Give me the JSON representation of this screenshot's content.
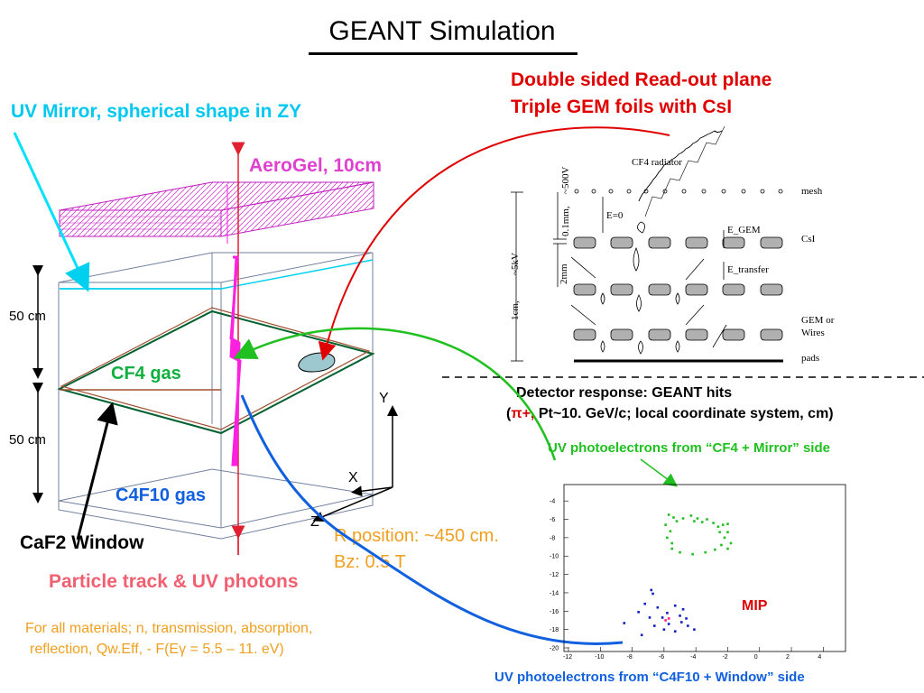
{
  "title": "GEANT Simulation",
  "readout_line1": "Double sided Read-out plane",
  "readout_line2": "Triple GEM foils with CsI",
  "mirror_label": "UV Mirror, spherical shape in ZY",
  "aerogel_label": "AeroGel, 10cm",
  "dim_label_top": "50 cm",
  "dim_label_bottom": "50 cm",
  "cf4_label": "CF4 gas",
  "c4f10_label": "C4F10 gas",
  "caf2_label": "CaF2  Window",
  "track_label": "Particle track & UV photons",
  "axis_y": "Y",
  "axis_x": "X",
  "axis_z": "Z",
  "r_position": "R position:  ~450 cm.",
  "bz": "Bz:  0.5 T",
  "materials_line1": "For all materials; n, transmission, absorption,",
  "materials_line2": "reflection, Qw.Eff, - F(Eγ = 5.5 – 11. eV)",
  "detector_response_line1": "Detector response: GEANT hits",
  "detector_response_line2_open": "(",
  "detector_response_pi": "π+,",
  "detector_response_line2_rest": " Pt~10. GeV/c; local coordinate system, cm)",
  "uv_cf4_caption": "UV photoelectrons from “CF4 + Mirror” side",
  "uv_c4f10_caption": "UV photoelectrons from “C4F10 + Window” side",
  "mip_label": "MIP",
  "gem_diagram": {
    "cf4_radiator": "CF4 radiator",
    "mesh": "mesh",
    "csi": "CsI",
    "gem_or": "GEM or",
    "wires": "Wires",
    "pads": "pads",
    "e0": "E=0",
    "e_gem": "E_GEM",
    "e_transfer": "E_transfer",
    "v500": "~500V",
    "gap01": "0.1mm,",
    "gap2": "2mm",
    "gap1cm": "1cm,",
    "v5k": "~5kV"
  },
  "chart_data": {
    "type": "scatter",
    "x_ticks": [
      "-12",
      "-10",
      "-8",
      "-6",
      "-4",
      "-2",
      "0",
      "2",
      "4"
    ],
    "y_ticks": [
      "-4",
      "-6",
      "-8",
      "-10",
      "-12",
      "-14",
      "-16",
      "-18",
      "-20"
    ],
    "xlim": [
      -12,
      5
    ],
    "ylim": [
      -20,
      -3
    ],
    "series": [
      {
        "color": "#20c020",
        "points": [
          [
            -5.7,
            -5.5
          ],
          [
            -5.4,
            -5.8
          ],
          [
            -4.8,
            -5.9
          ],
          [
            -4.3,
            -5.6
          ],
          [
            -3.9,
            -5.9
          ],
          [
            -4.1,
            -6.2
          ],
          [
            -3.6,
            -6.3
          ],
          [
            -3.3,
            -6.0
          ],
          [
            -2.9,
            -6.4
          ],
          [
            -2.6,
            -6.8
          ],
          [
            -2.3,
            -6.6
          ],
          [
            -2.0,
            -6.5
          ],
          [
            -2.5,
            -7.4
          ],
          [
            -2.0,
            -7.4
          ],
          [
            -2.2,
            -8.0
          ],
          [
            -1.8,
            -8.6
          ],
          [
            -2.4,
            -8.8
          ],
          [
            -2.0,
            -9.2
          ],
          [
            -2.8,
            -9.3
          ],
          [
            -3.4,
            -9.6
          ],
          [
            -4.2,
            -9.8
          ],
          [
            -5.0,
            -9.6
          ],
          [
            -5.5,
            -9.2
          ],
          [
            -5.5,
            -8.6
          ],
          [
            -5.8,
            -8.0
          ],
          [
            -5.6,
            -7.3
          ],
          [
            -5.9,
            -6.6
          ],
          [
            -5.2,
            -6.2
          ]
        ]
      },
      {
        "color": "#1020c0",
        "points": [
          [
            -6.8,
            -13.7
          ],
          [
            -6.7,
            -14.1
          ],
          [
            -7.2,
            -15.2
          ],
          [
            -6.4,
            -15.6
          ],
          [
            -5.3,
            -15.4
          ],
          [
            -4.8,
            -15.8
          ],
          [
            -5.8,
            -16.2
          ],
          [
            -6.9,
            -16.7
          ],
          [
            -6.1,
            -16.7
          ],
          [
            -5.0,
            -16.5
          ],
          [
            -4.6,
            -16.8
          ],
          [
            -5.7,
            -17.4
          ],
          [
            -6.6,
            -17.6
          ],
          [
            -4.5,
            -17.6
          ],
          [
            -6.0,
            -18.0
          ],
          [
            -5.3,
            -18.2
          ],
          [
            -4.1,
            -18.0
          ],
          [
            -7.6,
            -16.1
          ],
          [
            -8.5,
            -17.3
          ],
          [
            -7.4,
            -18.6
          ],
          [
            -4.9,
            -17.2
          ]
        ]
      },
      {
        "color": "#ff2080",
        "points": [
          [
            -5.9,
            -17.0
          ],
          [
            -5.7,
            -16.8
          ]
        ]
      }
    ]
  }
}
